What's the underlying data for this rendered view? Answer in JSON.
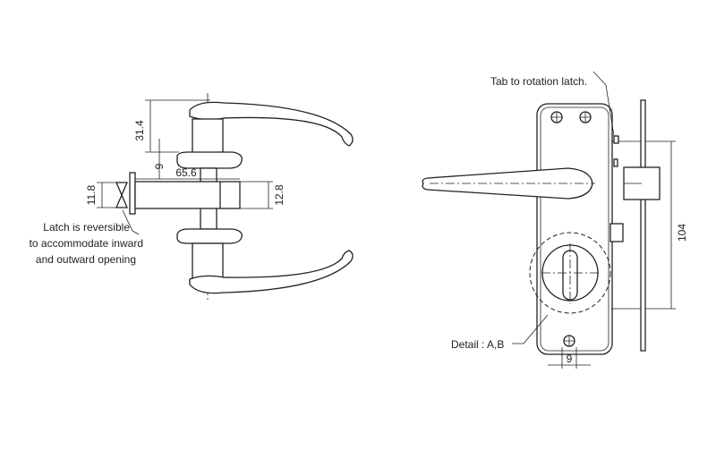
{
  "left_view": {
    "dimensions": {
      "lever_height": "31.4",
      "rose_offset": "9",
      "backset": "65.6",
      "latch_face_height": "11.8",
      "latch_body_height": "12.8"
    },
    "note_lines": [
      "Latch is reversible",
      "to accommodate inward",
      "and outward opening"
    ]
  },
  "right_view": {
    "callout_tab": "Tab to rotation latch.",
    "callout_detail": "Detail : A,B",
    "dimensions": {
      "body_height": "104",
      "thumbturn_width": "9"
    }
  }
}
